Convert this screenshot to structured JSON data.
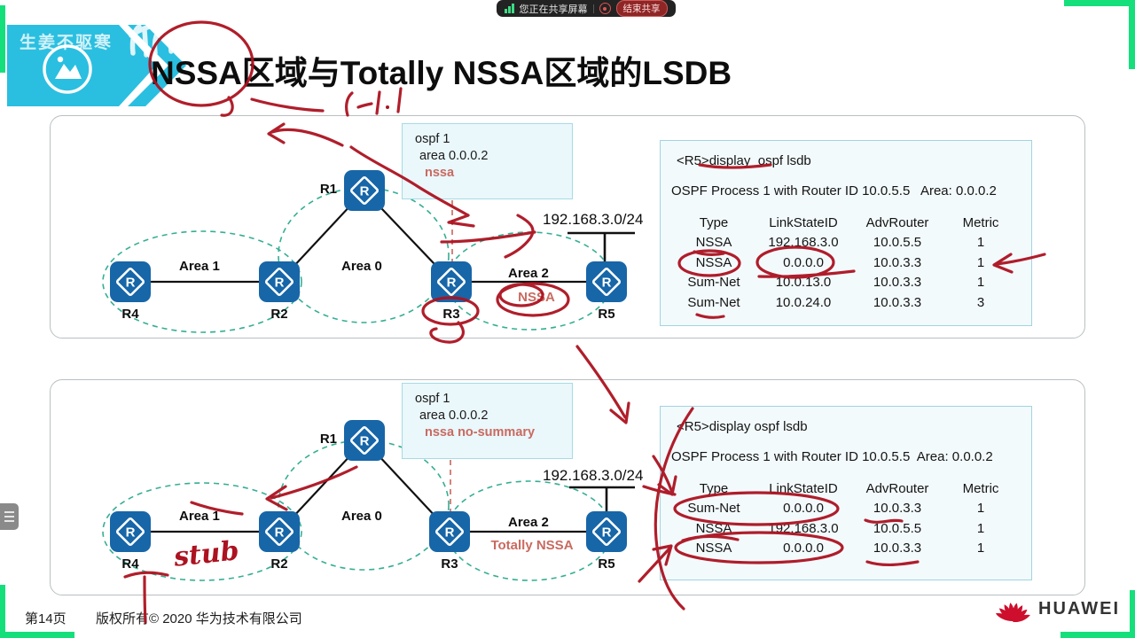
{
  "share_bar": {
    "status": "您正在共享屏幕",
    "end": "结束共享"
  },
  "watermark": "生姜不驱寒",
  "title": "NSSA区域与Totally NSSA区域的LSDB",
  "icons": {
    "router_glyph": "R"
  },
  "top_diagram": {
    "routers": [
      {
        "label": "R1"
      },
      {
        "label": "R4"
      },
      {
        "label": "R2"
      },
      {
        "label": "R3"
      },
      {
        "label": "R5"
      }
    ],
    "areas": [
      {
        "label": "Area 1"
      },
      {
        "label": "Area 0"
      },
      {
        "label": "Area 2"
      }
    ],
    "area_type": "NSSA",
    "network": "192.168.3.0/24",
    "config": {
      "l1": "ospf 1",
      "l2": "area 0.0.0.2",
      "l3": "nssa"
    }
  },
  "bottom_diagram": {
    "routers": [
      {
        "label": "R1"
      },
      {
        "label": "R4"
      },
      {
        "label": "R2"
      },
      {
        "label": "R3"
      },
      {
        "label": "R5"
      }
    ],
    "areas": [
      {
        "label": "Area 1"
      },
      {
        "label": "Area 0"
      },
      {
        "label": "Area 2"
      }
    ],
    "area_type": "Totally NSSA",
    "network": "192.168.3.0/24",
    "config": {
      "l1": "ospf 1",
      "l2": "area 0.0.0.2",
      "l3": "nssa no-summary"
    }
  },
  "top_table": {
    "command": "<R5>display  ospf lsdb",
    "process": "OSPF Process 1 with Router ID 10.0.5.5   Area: 0.0.0.2",
    "headers": [
      "Type",
      "LinkStateID",
      "AdvRouter",
      "Metric"
    ],
    "rows": [
      [
        "NSSA",
        "192.168.3.0",
        "10.0.5.5",
        "1"
      ],
      [
        "NSSA",
        "0.0.0.0",
        "10.0.3.3",
        "1"
      ],
      [
        "Sum-Net",
        "10.0.13.0",
        "10.0.3.3",
        "1"
      ],
      [
        "Sum-Net",
        "10.0.24.0",
        "10.0.3.3",
        "3"
      ]
    ]
  },
  "bottom_table": {
    "command": "<R5>display ospf lsdb",
    "process": "OSPF Process 1 with Router ID 10.0.5.5  Area: 0.0.0.2",
    "headers": [
      "Type",
      "LinkStateID",
      "AdvRouter",
      "Metric"
    ],
    "rows": [
      [
        "Sum-Net",
        "0.0.0.0",
        "10.0.3.3",
        "1"
      ],
      [
        "NSSA",
        "192.168.3.0",
        "10.0.5.5",
        "1"
      ],
      [
        "NSSA",
        "0.0.0.0",
        "10.0.3.3",
        "1"
      ]
    ]
  },
  "handwriting": {
    "stub": "stub"
  },
  "footer": {
    "page": "第14页",
    "copyright": "版权所有© 2020 华为技术有限公司",
    "brand": "HUAWEI"
  },
  "colors": {
    "banner": "#2abfe0",
    "router_blue": "#1766a8",
    "pen_red": "#ac1220",
    "area_dash": "#35ae93",
    "accent_green": "#15df7b",
    "salmon": "#c96a60"
  }
}
